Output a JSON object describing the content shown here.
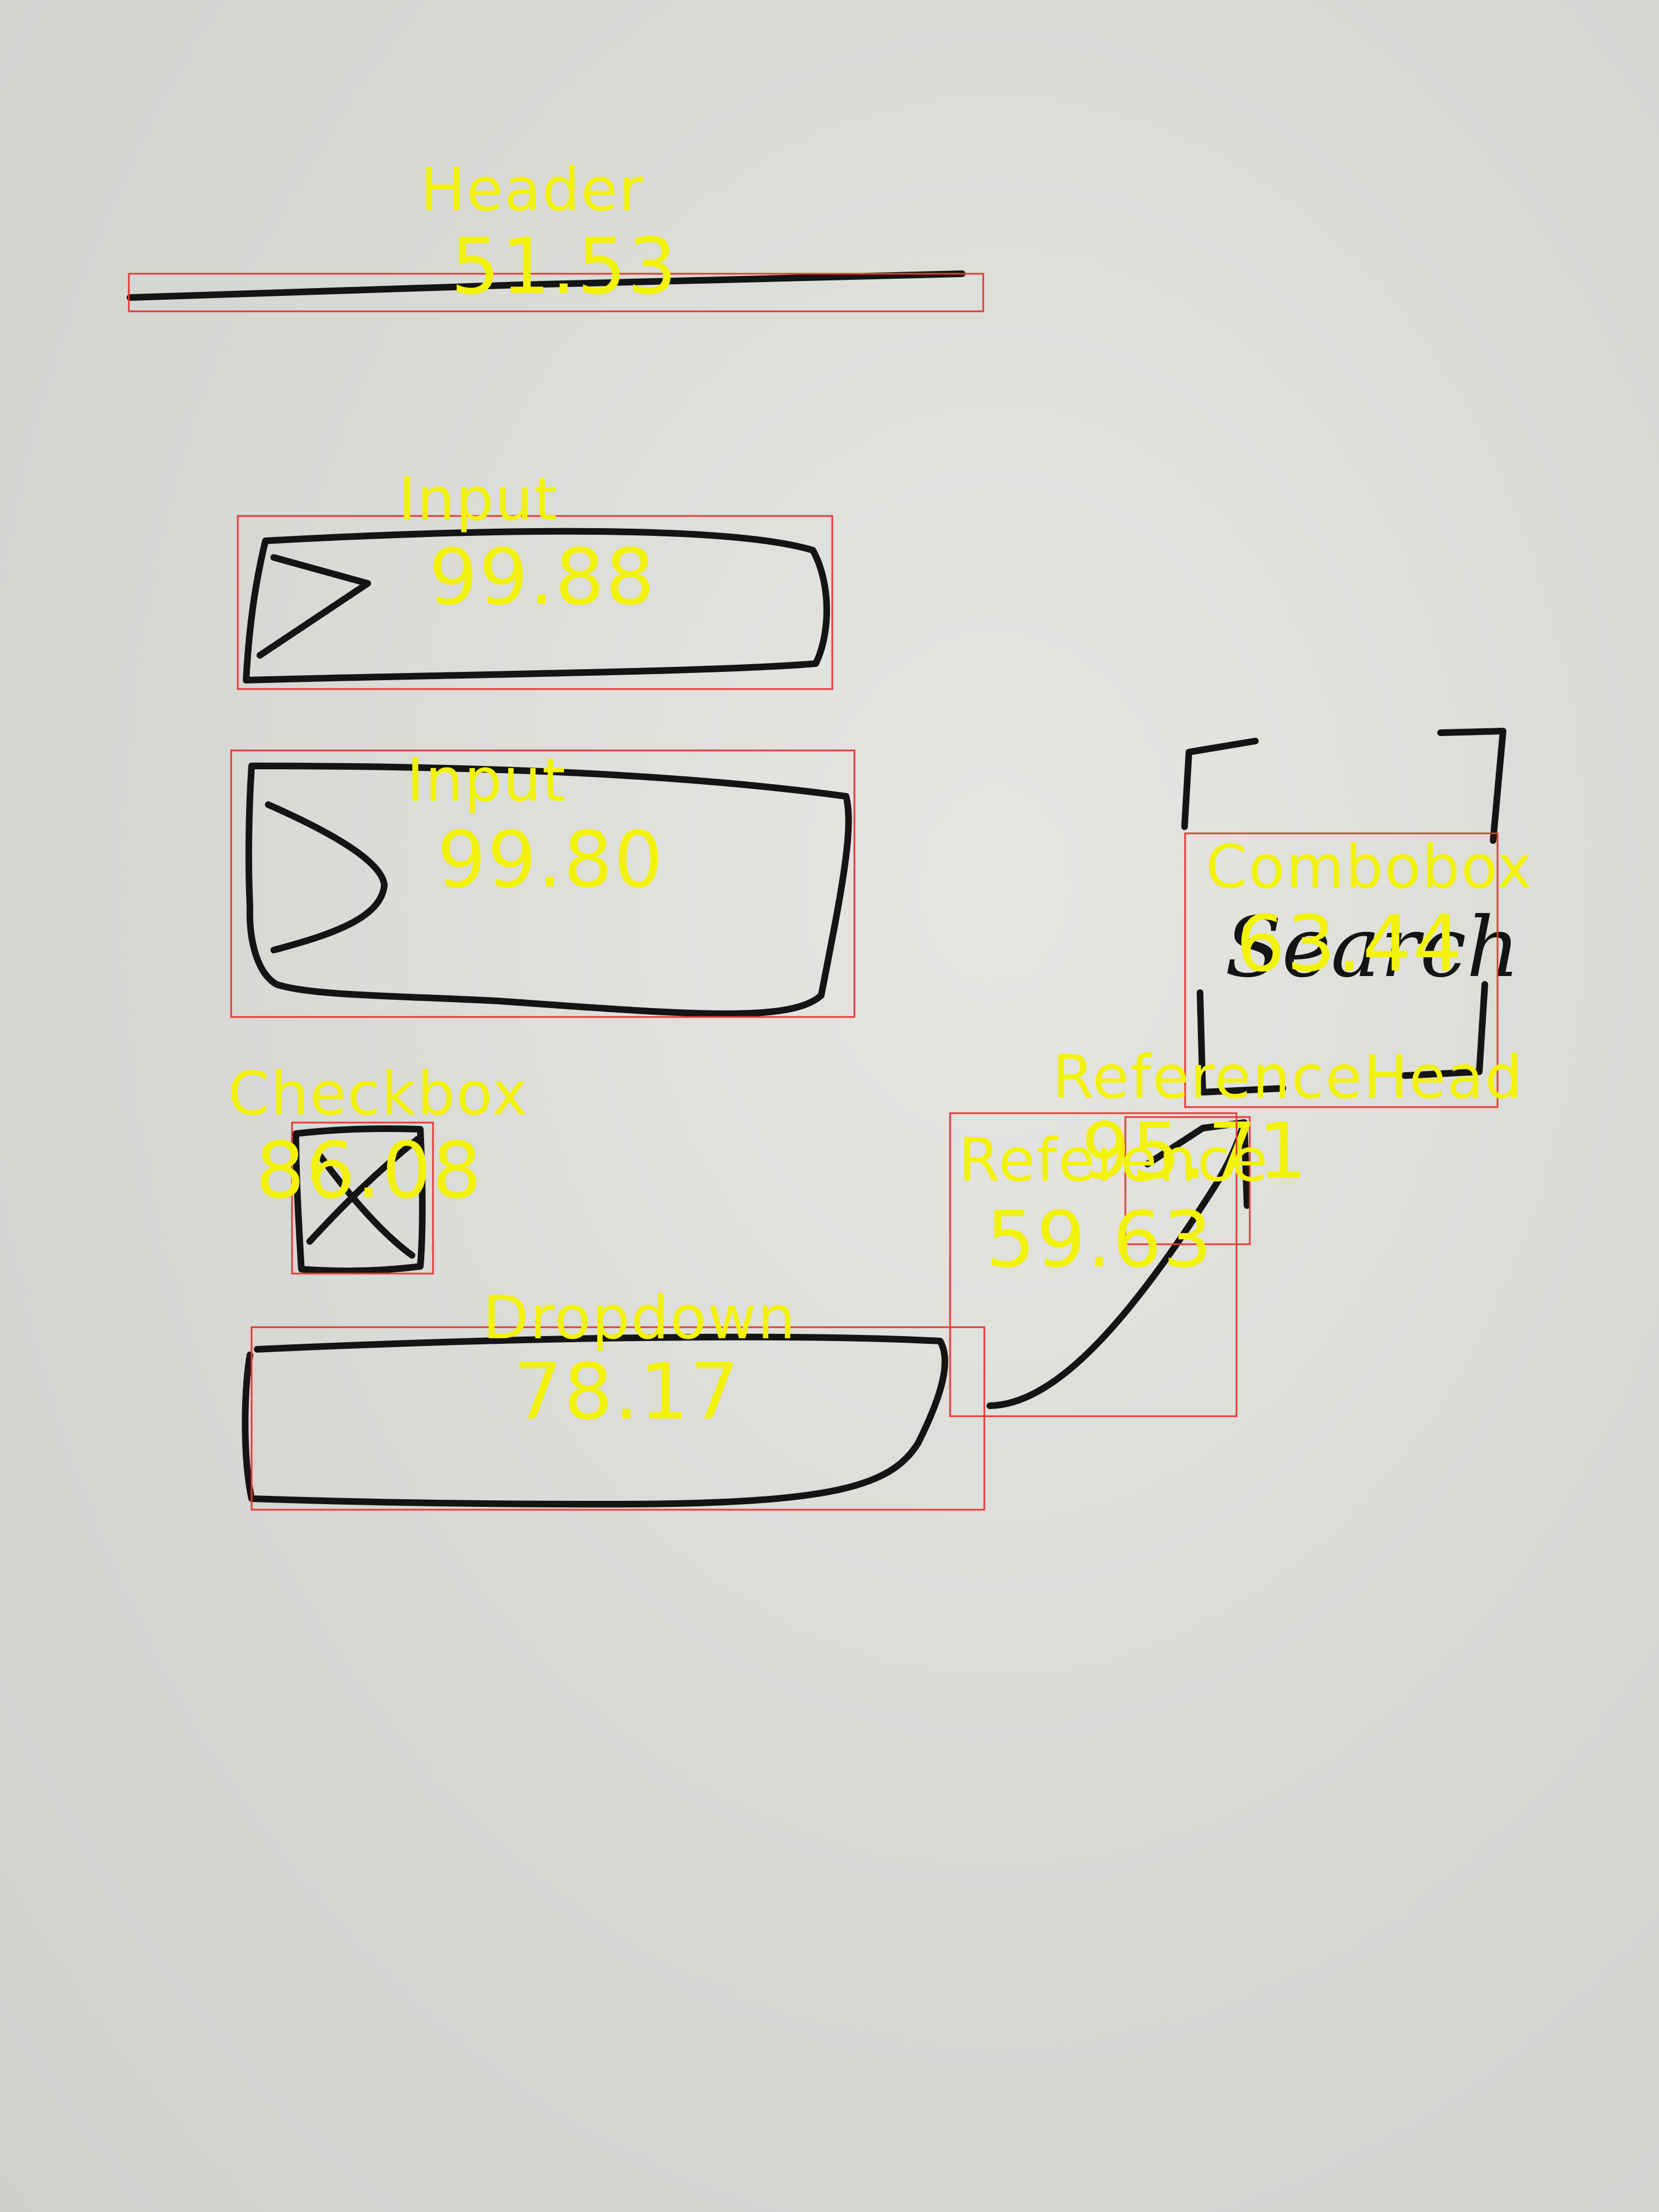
{
  "sketch_text": {
    "search_word": "Search"
  },
  "detections": [
    {
      "id": "header",
      "label": "Header",
      "score": "51.53"
    },
    {
      "id": "input-1",
      "label": "Input",
      "score": "99.88"
    },
    {
      "id": "input-2",
      "label": "Input",
      "score": "99.80"
    },
    {
      "id": "combobox",
      "label": "Combobox",
      "score": "63.44"
    },
    {
      "id": "checkbox",
      "label": "Checkbox",
      "score": "86.08"
    },
    {
      "id": "reference-head",
      "label": "ReferenceHead",
      "score": "95.71"
    },
    {
      "id": "reference",
      "label": "Reference",
      "score": "59.63"
    },
    {
      "id": "dropdown",
      "label": "Dropdown",
      "score": "78.17"
    }
  ],
  "colors": {
    "ink": "#141414",
    "box": "#e53935",
    "label": "#f2f20a"
  }
}
